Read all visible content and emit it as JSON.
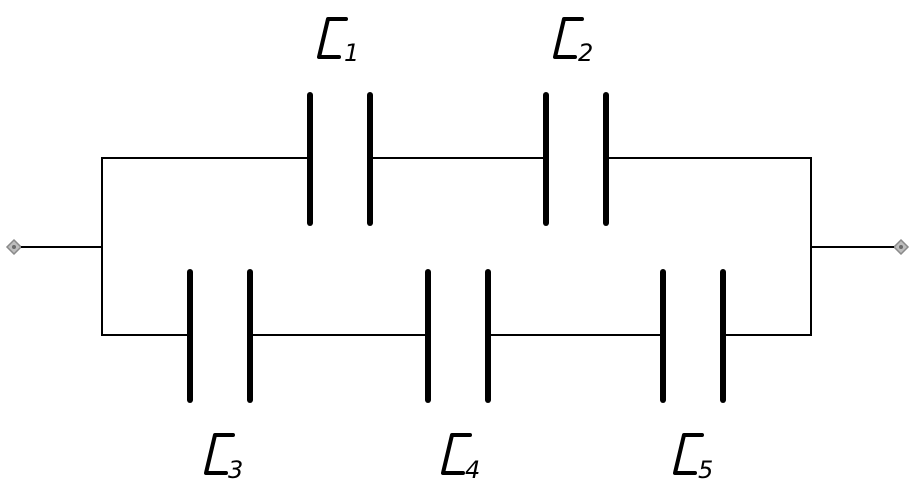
{
  "diagram": {
    "terminals": [
      {
        "id": "left-terminal"
      },
      {
        "id": "right-terminal"
      }
    ],
    "capacitors": [
      {
        "id": "c1",
        "letter": "C",
        "subscript": "1",
        "branch": "top"
      },
      {
        "id": "c2",
        "letter": "C",
        "subscript": "2",
        "branch": "top"
      },
      {
        "id": "c3",
        "letter": "C",
        "subscript": "3",
        "branch": "bottom"
      },
      {
        "id": "c4",
        "letter": "C",
        "subscript": "4",
        "branch": "bottom"
      },
      {
        "id": "c5",
        "letter": "C",
        "subscript": "5",
        "branch": "bottom"
      }
    ]
  }
}
